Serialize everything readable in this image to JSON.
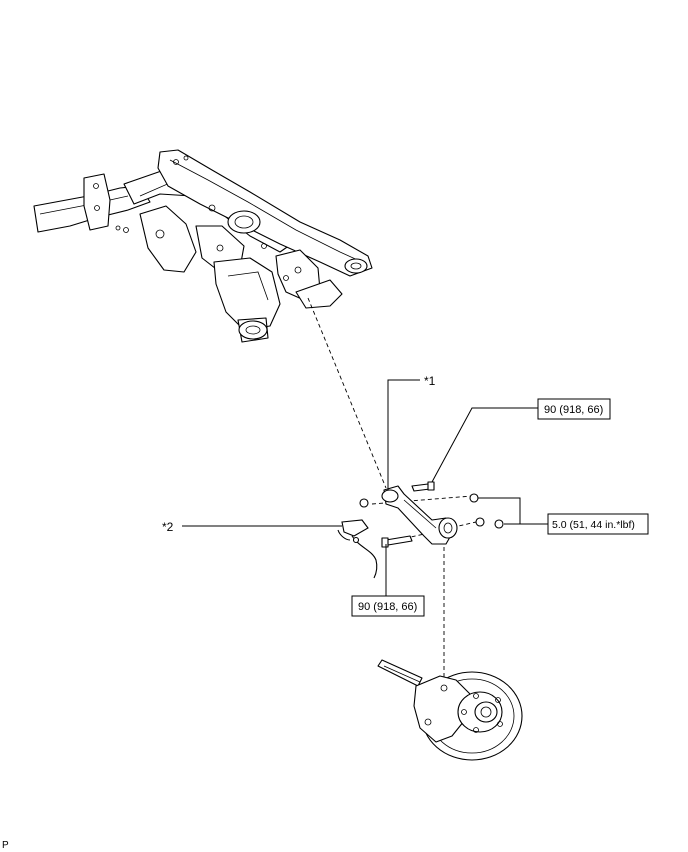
{
  "callouts": {
    "item1": "*1",
    "item2": "*2"
  },
  "torque_labels": {
    "upper_bolt": "90 (918, 66)",
    "lower_bolt": "90 (918, 66)",
    "nuts": "5.0 (51, 44 in.*lbf)"
  },
  "corner_mark": "P",
  "parts": {
    "subframe": "rear-suspension-member",
    "arm": "upper-control-arm",
    "sensor": "speed-sensor-wire",
    "hub": "rear-axle-hub-and-knuckle"
  }
}
